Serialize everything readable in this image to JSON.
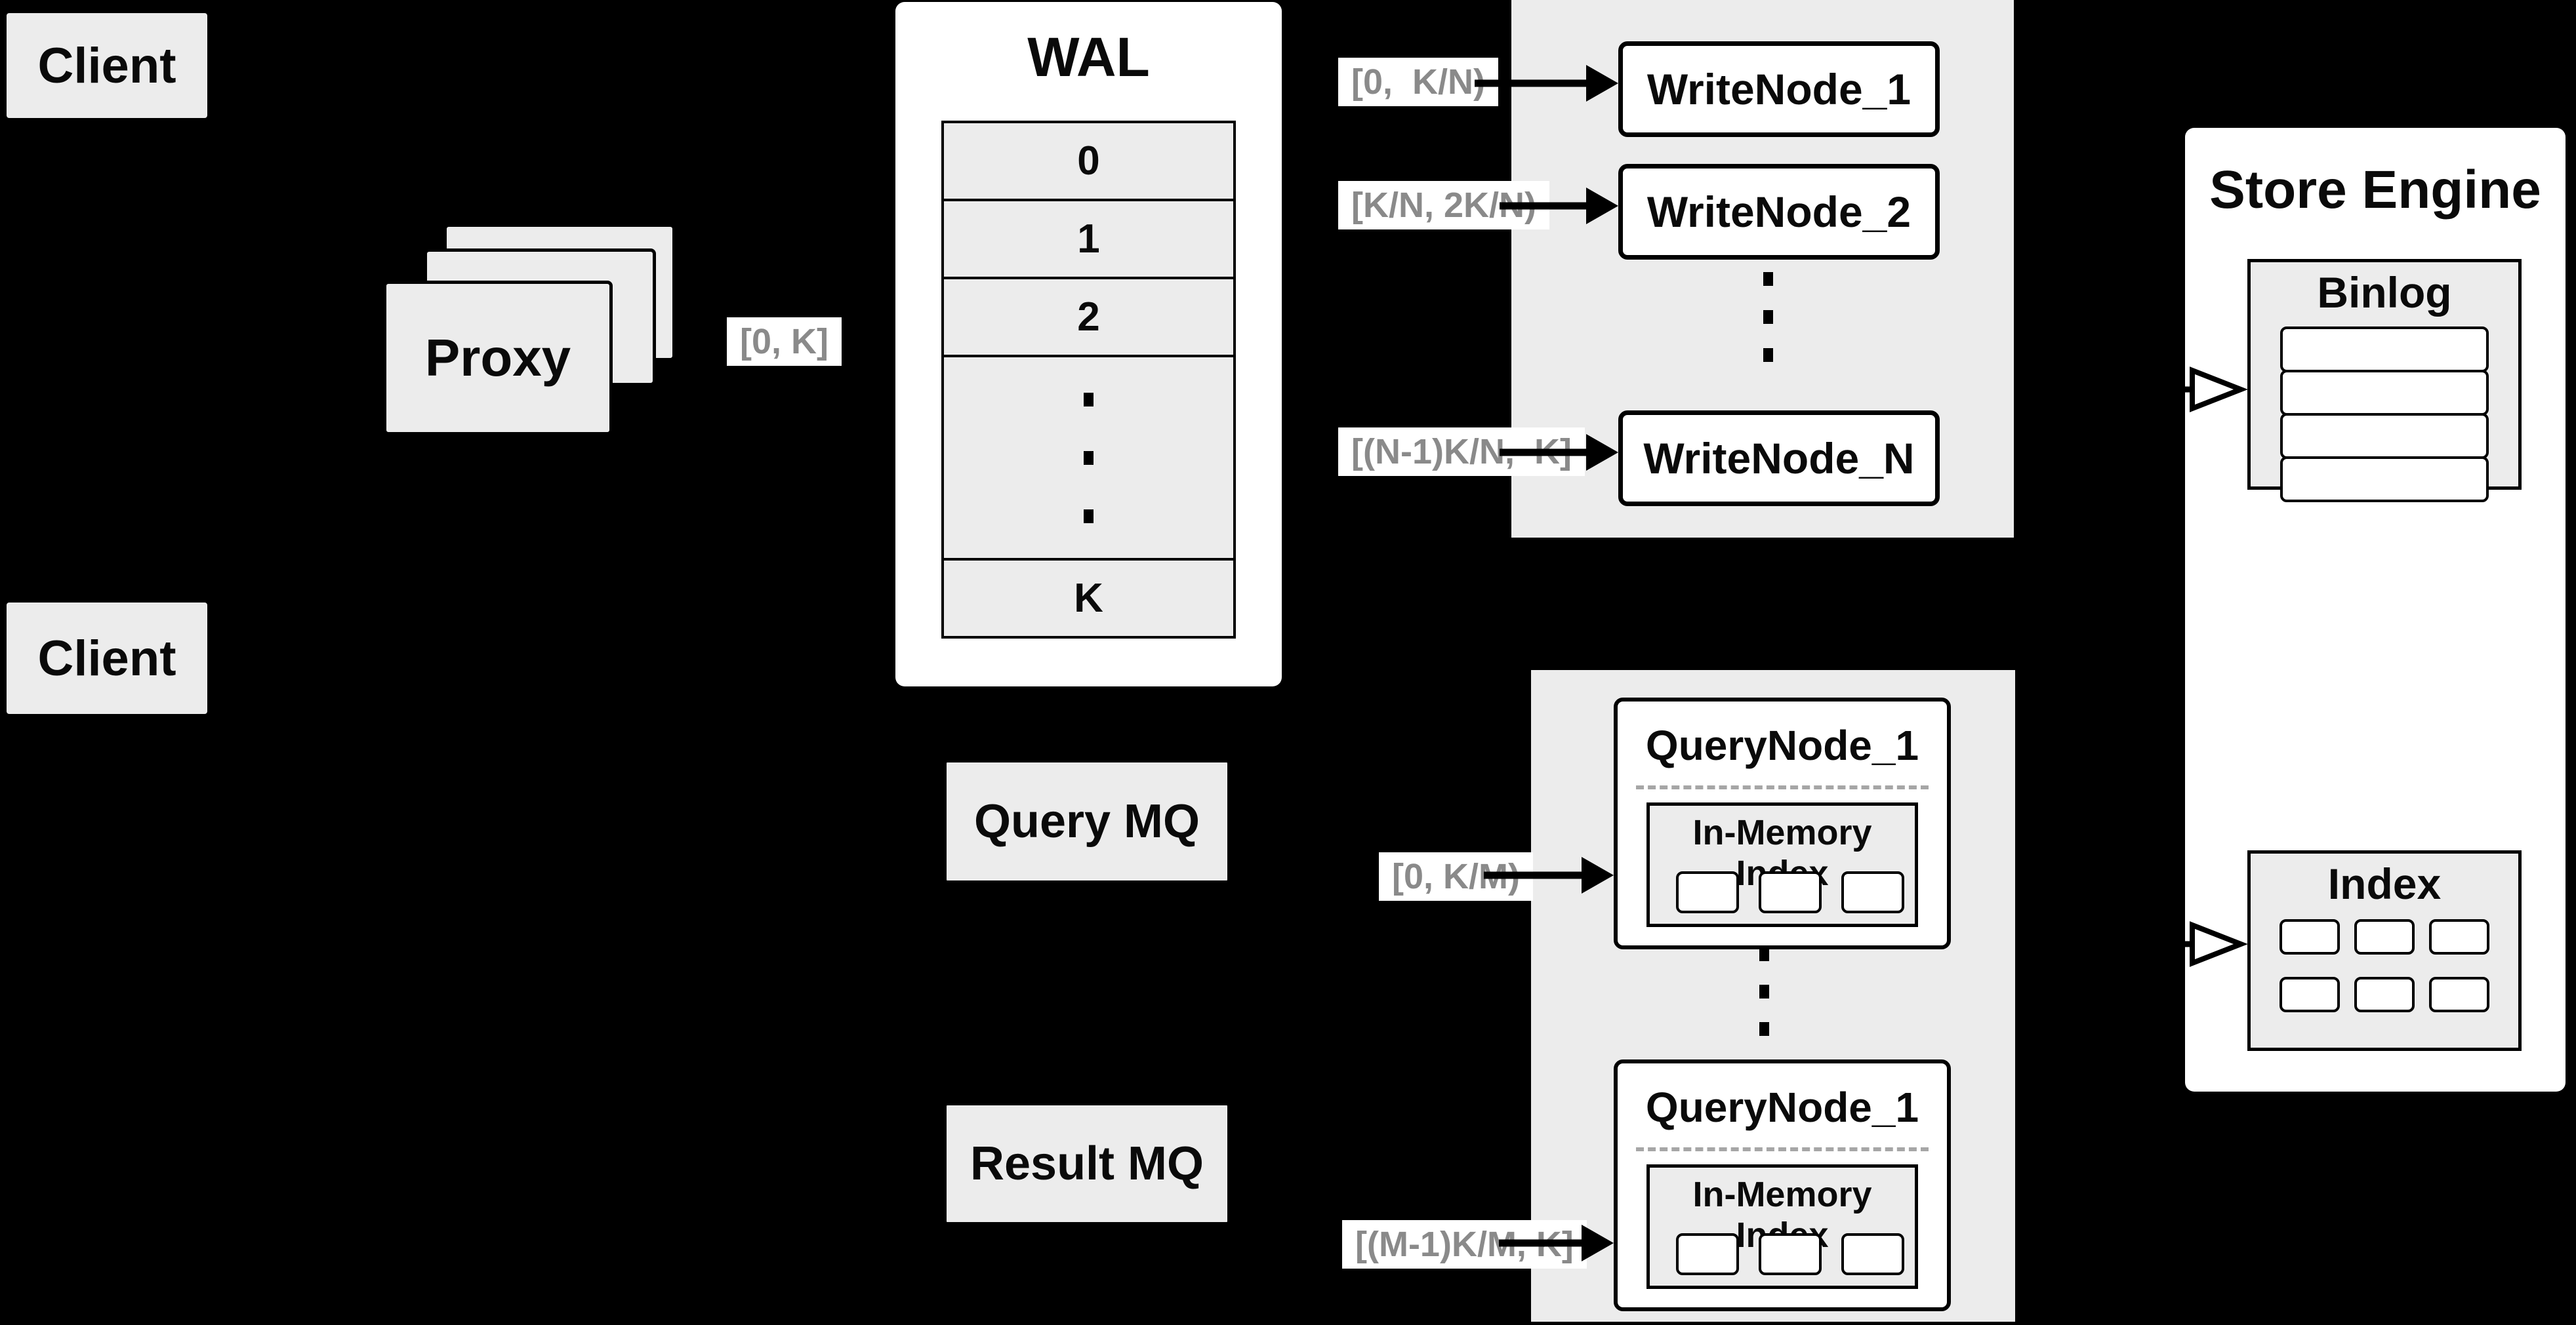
{
  "colors": {
    "background": "#000000",
    "panel_gray": "#ececec",
    "panel_white": "#ffffff",
    "line_black": "#000000",
    "range_label_text": "#8a8a8a"
  },
  "client_top": {
    "label": "Client"
  },
  "client_bottom": {
    "label": "Client"
  },
  "proxy": {
    "label": "Proxy",
    "stack_count": 3,
    "range_label": "[0, K]"
  },
  "wal": {
    "title": "WAL",
    "rows": [
      "0",
      "1",
      "2"
    ],
    "last_row": "K"
  },
  "write_cluster": {
    "nodes": [
      {
        "label": "WriteNode_1",
        "range": "[0,  K/N)"
      },
      {
        "label": "WriteNode_2",
        "range": "[K/N, 2K/N)"
      },
      {
        "label": "WriteNode_N",
        "range": "[(N-1)K/N,  K]"
      }
    ]
  },
  "store_engine": {
    "title": "Store Engine",
    "binlog": {
      "title": "Binlog",
      "row_count": 4
    },
    "index": {
      "title": "Index",
      "cell_count": 6
    }
  },
  "query_mq": {
    "label": "Query MQ"
  },
  "result_mq": {
    "label": "Result MQ"
  },
  "query_cluster": {
    "nodes": [
      {
        "label": "QueryNode_1",
        "inner_title": "In-Memory Index",
        "range": "[0, K/M)",
        "cell_count": 3
      },
      {
        "label": "QueryNode_1",
        "inner_title": "In-Memory Index",
        "range": "[(M-1)K/M, K]",
        "cell_count": 3
      }
    ]
  }
}
